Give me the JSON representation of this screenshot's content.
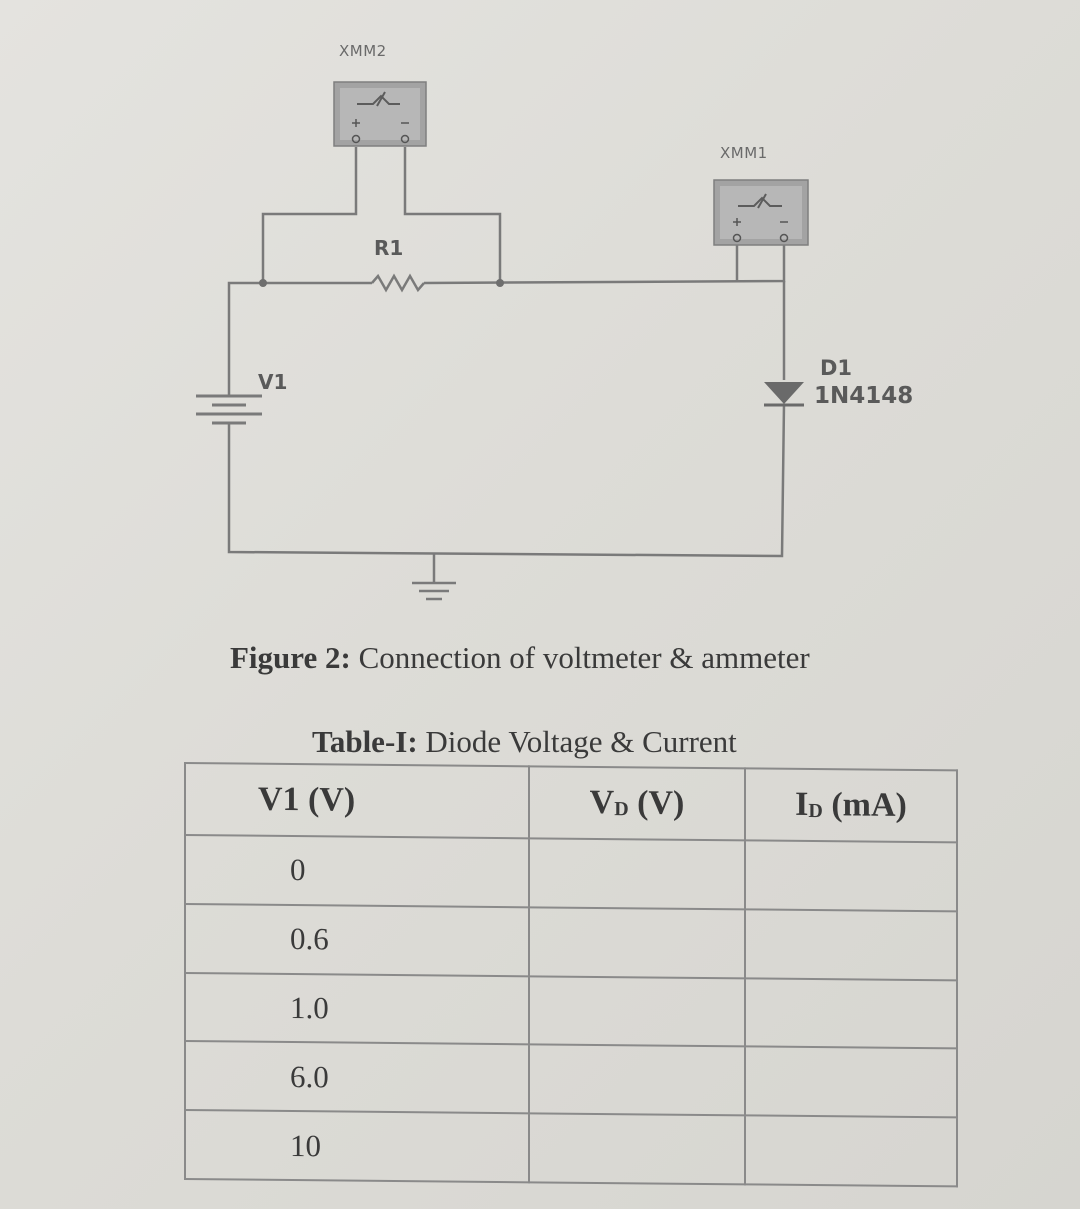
{
  "figure": {
    "components": {
      "xmm2": "XMM2",
      "xmm1": "XMM1",
      "r1": "R1",
      "v1": "V1",
      "d1_name": "D1",
      "d1_part": "1N4148"
    },
    "meter_terminals": {
      "plus": "+",
      "minus": "-"
    },
    "caption_bold": "Figure 2:",
    "caption_text": "Connection of voltmeter & ammeter"
  },
  "table": {
    "title_bold": "Table-I:",
    "title_text": "Diode Voltage & Current",
    "headers": {
      "v1": "V1 (V)",
      "vd_main": "V",
      "vd_sub": "D",
      "vd_unit": "(V)",
      "id_main": "I",
      "id_sub": "D",
      "id_unit": "(mA)"
    },
    "rows": [
      {
        "v1": "0",
        "vd": "",
        "id": ""
      },
      {
        "v1": "0.6",
        "vd": "",
        "id": ""
      },
      {
        "v1": "1.0",
        "vd": "",
        "id": ""
      },
      {
        "v1": "6.0",
        "vd": "",
        "id": ""
      },
      {
        "v1": "10",
        "vd": "",
        "id": ""
      }
    ]
  },
  "colors": {
    "wire": "#7a7a7a",
    "text": "#3a3a3a",
    "meter_fill": "#9c9c9c"
  }
}
